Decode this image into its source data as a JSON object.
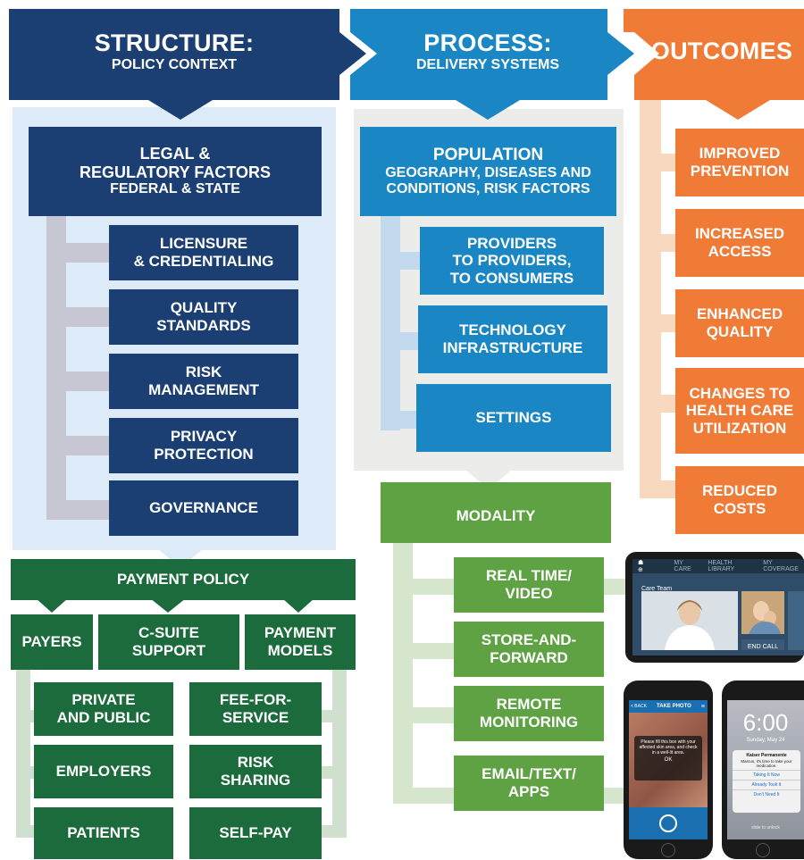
{
  "header": {
    "structure_title": "STRUCTURE:",
    "structure_sub": "POLICY CONTEXT",
    "process_title": "PROCESS:",
    "process_sub": "DELIVERY SYSTEMS",
    "outcomes_title": "OUTCOMES"
  },
  "structure": {
    "legal_line1": "LEGAL &",
    "legal_line2": "REGULATORY FACTORS",
    "legal_line3": "FEDERAL & STATE",
    "items": [
      {
        "l1": "LICENSURE",
        "l2": "& CREDENTIALING"
      },
      {
        "l1": "QUALITY",
        "l2": "STANDARDS"
      },
      {
        "l1": "RISK",
        "l2": "MANAGEMENT"
      },
      {
        "l1": "PRIVACY",
        "l2": "PROTECTION"
      },
      {
        "l1": "GOVERNANCE",
        "l2": ""
      }
    ]
  },
  "process": {
    "population_title": "POPULATION",
    "population_l2": "GEOGRAPHY, DISEASES AND",
    "population_l3": "CONDITIONS, RISK FACTORS",
    "items": [
      {
        "l1": "PROVIDERS",
        "l2": "TO PROVIDERS,",
        "l3": "TO CONSUMERS"
      },
      {
        "l1": "TECHNOLOGY",
        "l2": "INFRASTRUCTURE",
        "l3": ""
      },
      {
        "l1": "SETTINGS",
        "l2": "",
        "l3": ""
      }
    ]
  },
  "outcomes": {
    "items": [
      {
        "l1": "IMPROVED",
        "l2": "PREVENTION",
        "l3": ""
      },
      {
        "l1": "INCREASED",
        "l2": "ACCESS",
        "l3": ""
      },
      {
        "l1": "ENHANCED",
        "l2": "QUALITY",
        "l3": ""
      },
      {
        "l1": "CHANGES TO",
        "l2": "HEALTH CARE",
        "l3": "UTILIZATION"
      },
      {
        "l1": "REDUCED",
        "l2": "COSTS",
        "l3": ""
      }
    ]
  },
  "modality": {
    "title": "MODALITY",
    "items": [
      {
        "l1": "REAL TIME/",
        "l2": "VIDEO"
      },
      {
        "l1": "STORE-AND-",
        "l2": "FORWARD"
      },
      {
        "l1": "REMOTE",
        "l2": "MONITORING"
      },
      {
        "l1": "EMAIL/TEXT/",
        "l2": "APPS"
      }
    ]
  },
  "payment": {
    "title": "PAYMENT POLICY",
    "payers": "PAYERS",
    "csuite_l1": "C-SUITE",
    "csuite_l2": "SUPPORT",
    "models_l1": "PAYMENT",
    "models_l2": "MODELS",
    "private_l1": "PRIVATE",
    "private_l2": "AND PUBLIC",
    "employers": "EMPLOYERS",
    "patients": "PATIENTS",
    "fee_l1": "FEE-FOR-",
    "fee_l2": "SERVICE",
    "risk_l1": "RISK",
    "risk_l2": "SHARING",
    "selfpay": "SELF-PAY"
  },
  "devices": {
    "tablet_nav": [
      "MY CARE",
      "HEALTH LIBRARY",
      "MY COVERAGE"
    ],
    "tablet_panel": "Care Team",
    "tablet_end": "END CALL",
    "phone1_header": "TAKE PHOTO",
    "phone1_back": "< BACK",
    "phone1_msg": "Please fill this box with your affected skin area, and check in a well-lit area.",
    "phone1_ok": "OK",
    "phone2_time": "6:00",
    "phone2_date": "Sunday, May 24",
    "phone2_app": "Kaiser Permanente",
    "phone2_msg": "Marcus, it's time to take your medication.",
    "phone2_opts": [
      "Taking It Now",
      "Already Took It",
      "Don't Need It"
    ],
    "phone2_unlock": "slide to unlock"
  },
  "colors": {
    "navy": "#1b3f72",
    "blue": "#1a87c4",
    "orange": "#ef7b37",
    "green": "#5ea244",
    "dark_green": "#1c6b3c"
  }
}
